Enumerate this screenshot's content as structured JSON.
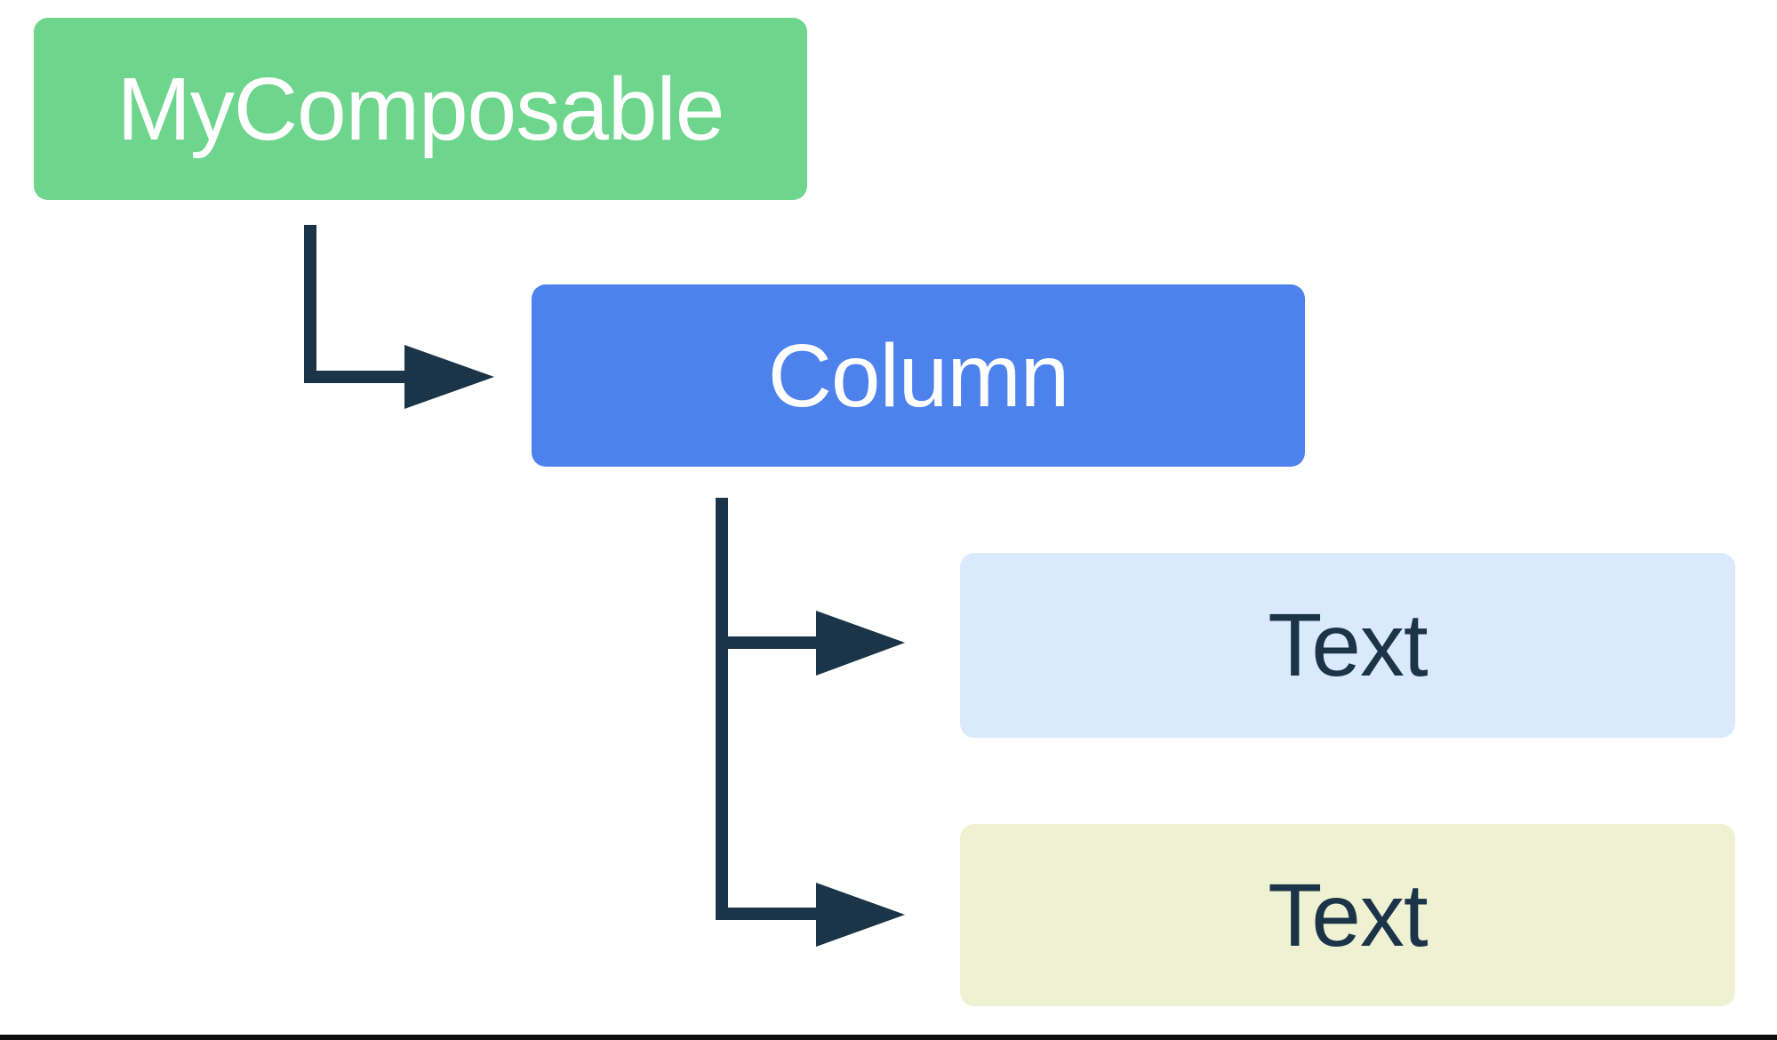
{
  "diagram": {
    "description": "Composable UI hierarchy tree: MyComposable emits a Column which emits two Text elements",
    "colors": {
      "background": "#ffffff",
      "arrow": "#1c3448",
      "bottom_rule": "#0e0e0e",
      "node_mycomposable_bg": "#6dd58c",
      "node_column_bg": "#4d82ec",
      "node_text1_bg": "#daeafc",
      "node_text2_bg": "#eef2d3",
      "label_on_dark": "#ffffff",
      "label_on_light": "#1c3448"
    },
    "nodes": [
      {
        "id": "mycomposable",
        "label": "MyComposable"
      },
      {
        "id": "column",
        "label": "Column"
      },
      {
        "id": "text-1",
        "label": "Text"
      },
      {
        "id": "text-2",
        "label": "Text"
      }
    ],
    "edges": [
      {
        "from": "mycomposable",
        "to": "column"
      },
      {
        "from": "column",
        "to": "text-1"
      },
      {
        "from": "column",
        "to": "text-2"
      }
    ]
  }
}
